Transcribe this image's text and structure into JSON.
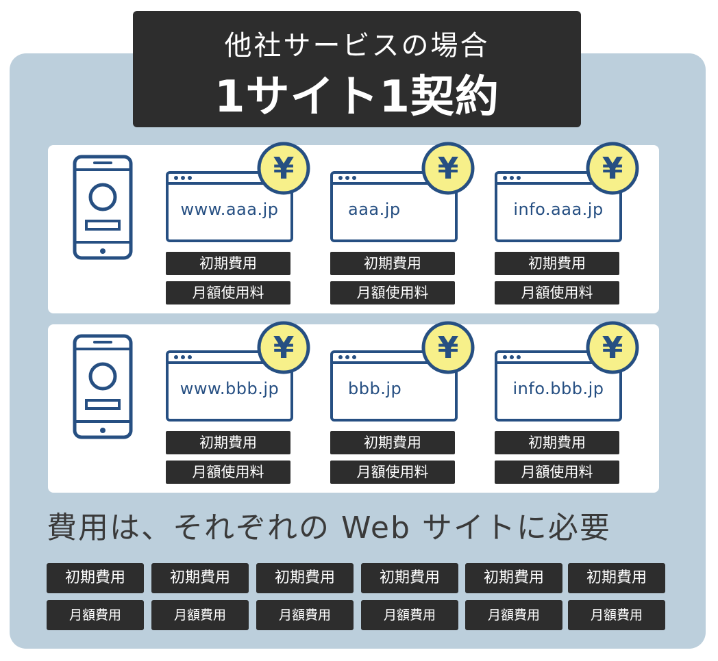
{
  "header": {
    "subtitle": "他社サービスの場合",
    "title": "1サイト1契約"
  },
  "rows": [
    {
      "sites": [
        {
          "url": "www.aaa.jp",
          "initial": "初期費用",
          "monthly": "月額使用料",
          "icon": "yen-coin-icon"
        },
        {
          "url": "aaa.jp",
          "initial": "初期費用",
          "monthly": "月額使用料",
          "icon": "yen-coin-icon"
        },
        {
          "url": "info.aaa.jp",
          "initial": "初期費用",
          "monthly": "月額使用料",
          "icon": "yen-coin-icon"
        }
      ]
    },
    {
      "sites": [
        {
          "url": "www.bbb.jp",
          "initial": "初期費用",
          "monthly": "月額使用料",
          "icon": "yen-coin-icon"
        },
        {
          "url": "bbb.jp",
          "initial": "初期費用",
          "monthly": "月額使用料",
          "icon": "yen-coin-icon"
        },
        {
          "url": "info.bbb.jp",
          "initial": "初期費用",
          "monthly": "月額使用料",
          "icon": "yen-coin-icon"
        }
      ]
    }
  ],
  "summary": "費用は、それぞれの Web サイトに必要",
  "totals": {
    "initial": [
      "初期費用",
      "初期費用",
      "初期費用",
      "初期費用",
      "初期費用",
      "初期費用"
    ],
    "monthly": [
      "月額費用",
      "月額費用",
      "月額費用",
      "月額費用",
      "月額費用",
      "月額費用"
    ]
  },
  "colors": {
    "panel_bg": "#bccfdc",
    "dark": "#2d2d2d",
    "accent_blue": "#264f82",
    "coin_yellow": "#f7f08a"
  }
}
